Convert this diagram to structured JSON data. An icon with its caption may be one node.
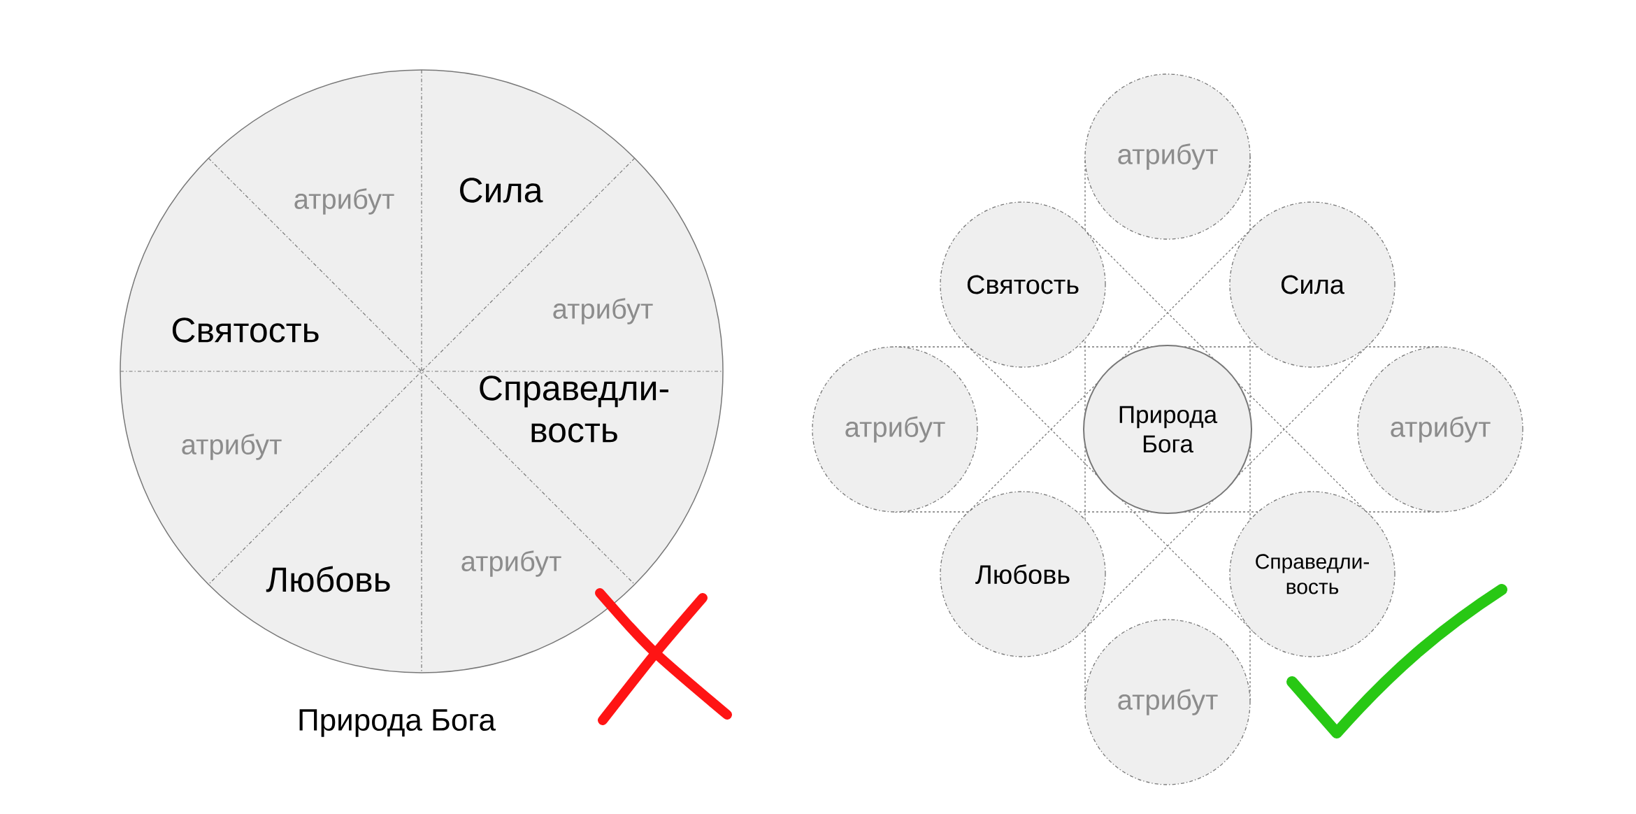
{
  "diagram": {
    "nodes": [
      {
        "text": [],
        "shape": "circle",
        "beside": [
          "Природа Бога"
        ]
      },
      {
        "text": [
          "атрибут"
        ],
        "in": 0
      },
      {
        "text": [
          "Сила"
        ],
        "in": 0
      },
      {
        "text": [
          "атрибут"
        ],
        "in": 0
      },
      {
        "text": [
          "Святость"
        ],
        "in": 0
      },
      {
        "text": [
          "Справедли- вость"
        ],
        "in": 0
      },
      {
        "text": [
          "атрибут"
        ],
        "in": 0
      },
      {
        "text": [
          "Любовь"
        ],
        "in": 0
      },
      {
        "text": [
          "атрибут"
        ],
        "in": 0
      },
      {
        "text": [
          "Природа Бога"
        ]
      },
      {
        "text": [
          "атрибут"
        ]
      },
      {
        "text": [
          "Святость"
        ]
      },
      {
        "text": [
          "Сила"
        ]
      },
      {
        "text": [
          "атрибут"
        ]
      },
      {
        "text": [
          "атрибут"
        ]
      },
      {
        "text": [
          "Любовь"
        ]
      },
      {
        "text": [
          "Справедли- вость"
        ]
      },
      {
        "text": [
          "атрибут"
        ]
      }
    ]
  }
}
